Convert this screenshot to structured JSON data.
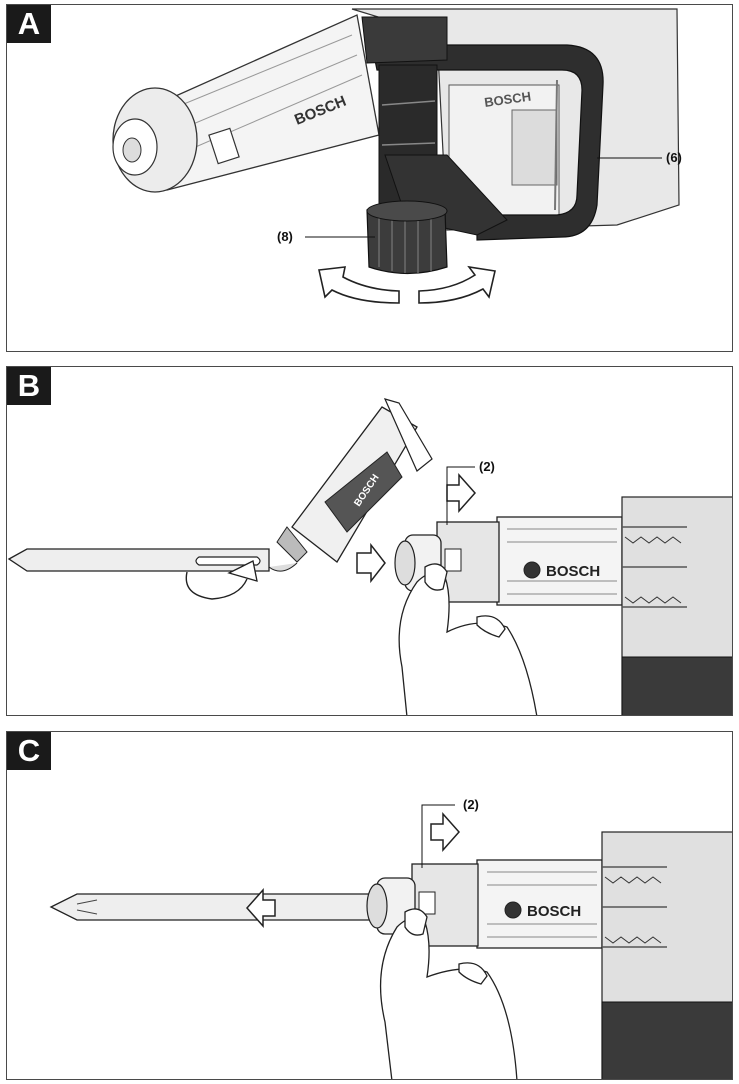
{
  "panels": [
    {
      "letter": "A",
      "callouts": [
        "(6)",
        "(8)"
      ],
      "brand": "BOSCH"
    },
    {
      "letter": "B",
      "callouts": [
        "(2)"
      ],
      "brand": "BOSCH"
    },
    {
      "letter": "C",
      "callouts": [
        "(2)"
      ],
      "brand": "BOSCH"
    }
  ],
  "colors": {
    "label_bg": "#1a1a1a",
    "handle_dark": "#2e2e2e",
    "body_gray": "#d9d9d9"
  }
}
